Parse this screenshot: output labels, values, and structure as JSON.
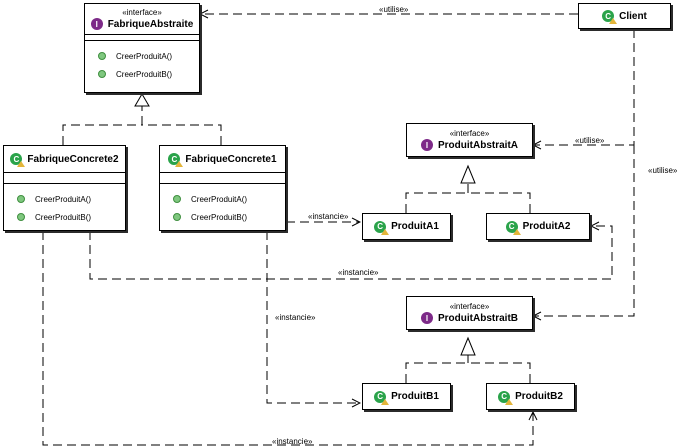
{
  "classes": {
    "fabrique_abstraite": {
      "stereotype": "«interface»",
      "name": "FabriqueAbstraite",
      "icon": "interface-icon",
      "methods": [
        "CreerProduitA()",
        "CreerProduitB()"
      ]
    },
    "client": {
      "name": "Client",
      "icon": "class-icon"
    },
    "fabrique_concrete2": {
      "name": "FabriqueConcrete2",
      "icon": "class-icon",
      "methods": [
        "CreerProduitA()",
        "CreerProduitB()"
      ]
    },
    "fabrique_concrete1": {
      "name": "FabriqueConcrete1",
      "icon": "class-icon",
      "methods": [
        "CreerProduitA()",
        "CreerProduitB()"
      ]
    },
    "produit_abstrait_a": {
      "stereotype": "«interface»",
      "name": "ProduitAbstraitA",
      "icon": "interface-icon"
    },
    "produit_a1": {
      "name": "ProduitA1",
      "icon": "class-icon"
    },
    "produit_a2": {
      "name": "ProduitA2",
      "icon": "class-icon"
    },
    "produit_abstrait_b": {
      "stereotype": "«interface»",
      "name": "ProduitAbstraitB",
      "icon": "interface-icon"
    },
    "produit_b1": {
      "name": "ProduitB1",
      "icon": "class-icon"
    },
    "produit_b2": {
      "name": "ProduitB2",
      "icon": "class-icon"
    }
  },
  "badges": {
    "interface_letter": "I",
    "class_letter": "C"
  },
  "relation_labels": {
    "client_uses_fabrique": "«utilise»",
    "client_uses_produit_a": "«utilise»",
    "client_uses_produit_b": "«utilise»",
    "fc1_instantiates_a1": "«instancie»",
    "fc2_instantiates_a2": "«instancie»",
    "fc1_instantiates_b1": "«instancie»",
    "fc2_instantiates_b2": "«instancie»"
  },
  "colors": {
    "interface_badge": "#7d2a88",
    "class_badge": "#2aa34a",
    "method_dot": "#7fc77f"
  }
}
